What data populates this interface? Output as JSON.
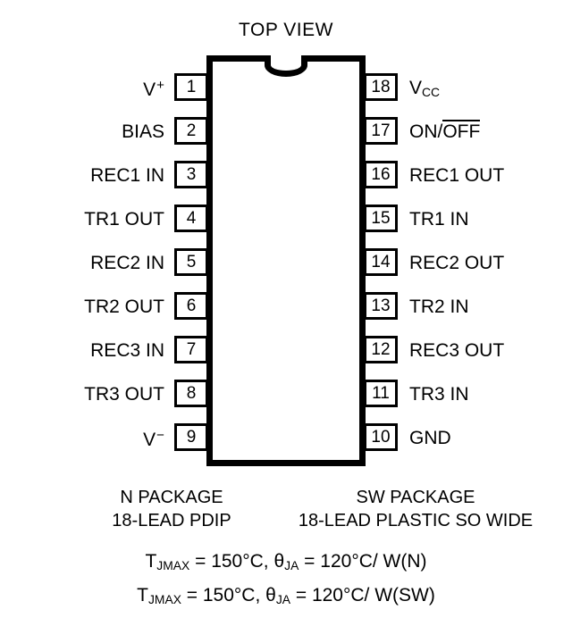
{
  "diagram": {
    "title": "TOP VIEW",
    "view_label": "TOP VIEW",
    "package_count_pins": 18,
    "colors": {
      "line": "#000000",
      "background": "#ffffff",
      "text": "#000000"
    }
  },
  "pins": {
    "left": [
      {
        "number": "1",
        "label": "V",
        "superscript": "+",
        "label_plain": "V +"
      },
      {
        "number": "2",
        "label": "BIAS",
        "superscript": "",
        "label_plain": "BIAS"
      },
      {
        "number": "3",
        "label": "REC1 IN",
        "superscript": "",
        "label_plain": "REC1 IN"
      },
      {
        "number": "4",
        "label": "TR1 OUT",
        "superscript": "",
        "label_plain": "TR1 OUT"
      },
      {
        "number": "5",
        "label": "REC2 IN",
        "superscript": "",
        "label_plain": "REC2 IN"
      },
      {
        "number": "6",
        "label": "TR2 OUT",
        "superscript": "",
        "label_plain": "TR2 OUT"
      },
      {
        "number": "7",
        "label": "REC3 IN",
        "superscript": "",
        "label_plain": "REC3 IN"
      },
      {
        "number": "8",
        "label": "TR3 OUT",
        "superscript": "",
        "label_plain": "TR3 OUT"
      },
      {
        "number": "9",
        "label": "V",
        "superscript": "−",
        "label_plain": "V −"
      }
    ],
    "right": [
      {
        "number": "18",
        "label": "V",
        "subscript": "CC",
        "label_plain": "VCC"
      },
      {
        "number": "17",
        "label": "ON/",
        "overbar": "OFF",
        "label_plain": "ON/OFF"
      },
      {
        "number": "16",
        "label": "REC1 OUT",
        "label_plain": "REC1 OUT"
      },
      {
        "number": "15",
        "label": "TR1 IN",
        "label_plain": "TR1 IN"
      },
      {
        "number": "14",
        "label": "REC2 OUT",
        "label_plain": "REC2 OUT"
      },
      {
        "number": "13",
        "label": "TR2 IN",
        "label_plain": "TR2 IN"
      },
      {
        "number": "12",
        "label": "REC3 OUT",
        "label_plain": "REC3 OUT"
      },
      {
        "number": "11",
        "label": "TR3 IN",
        "label_plain": "TR3 IN"
      },
      {
        "number": "10",
        "label": "GND",
        "label_plain": "GND"
      }
    ]
  },
  "packages": [
    {
      "name": "N PACKAGE",
      "description": "18-LEAD PDIP"
    },
    {
      "name": "SW PACKAGE",
      "description": "18-LEAD PLASTIC SO WIDE"
    }
  ],
  "thermal": [
    {
      "t_symbol": "T",
      "t_sub": "JMAX",
      "t_value": " = 150°C, ",
      "theta_symbol": "θ",
      "theta_sub": "JA",
      "theta_value": " = 120°C/ W(N)",
      "line_plain": "TJMAX = 150°C, θJA = 120°C/ W(N)"
    },
    {
      "t_symbol": "T",
      "t_sub": "JMAX",
      "t_value": " = 150°C, ",
      "theta_symbol": "θ",
      "theta_sub": "JA",
      "theta_value": " = 120°C/ W(SW)",
      "line_plain": "TJMAX = 150°C, θJA = 120°C/ W(SW)"
    }
  ]
}
